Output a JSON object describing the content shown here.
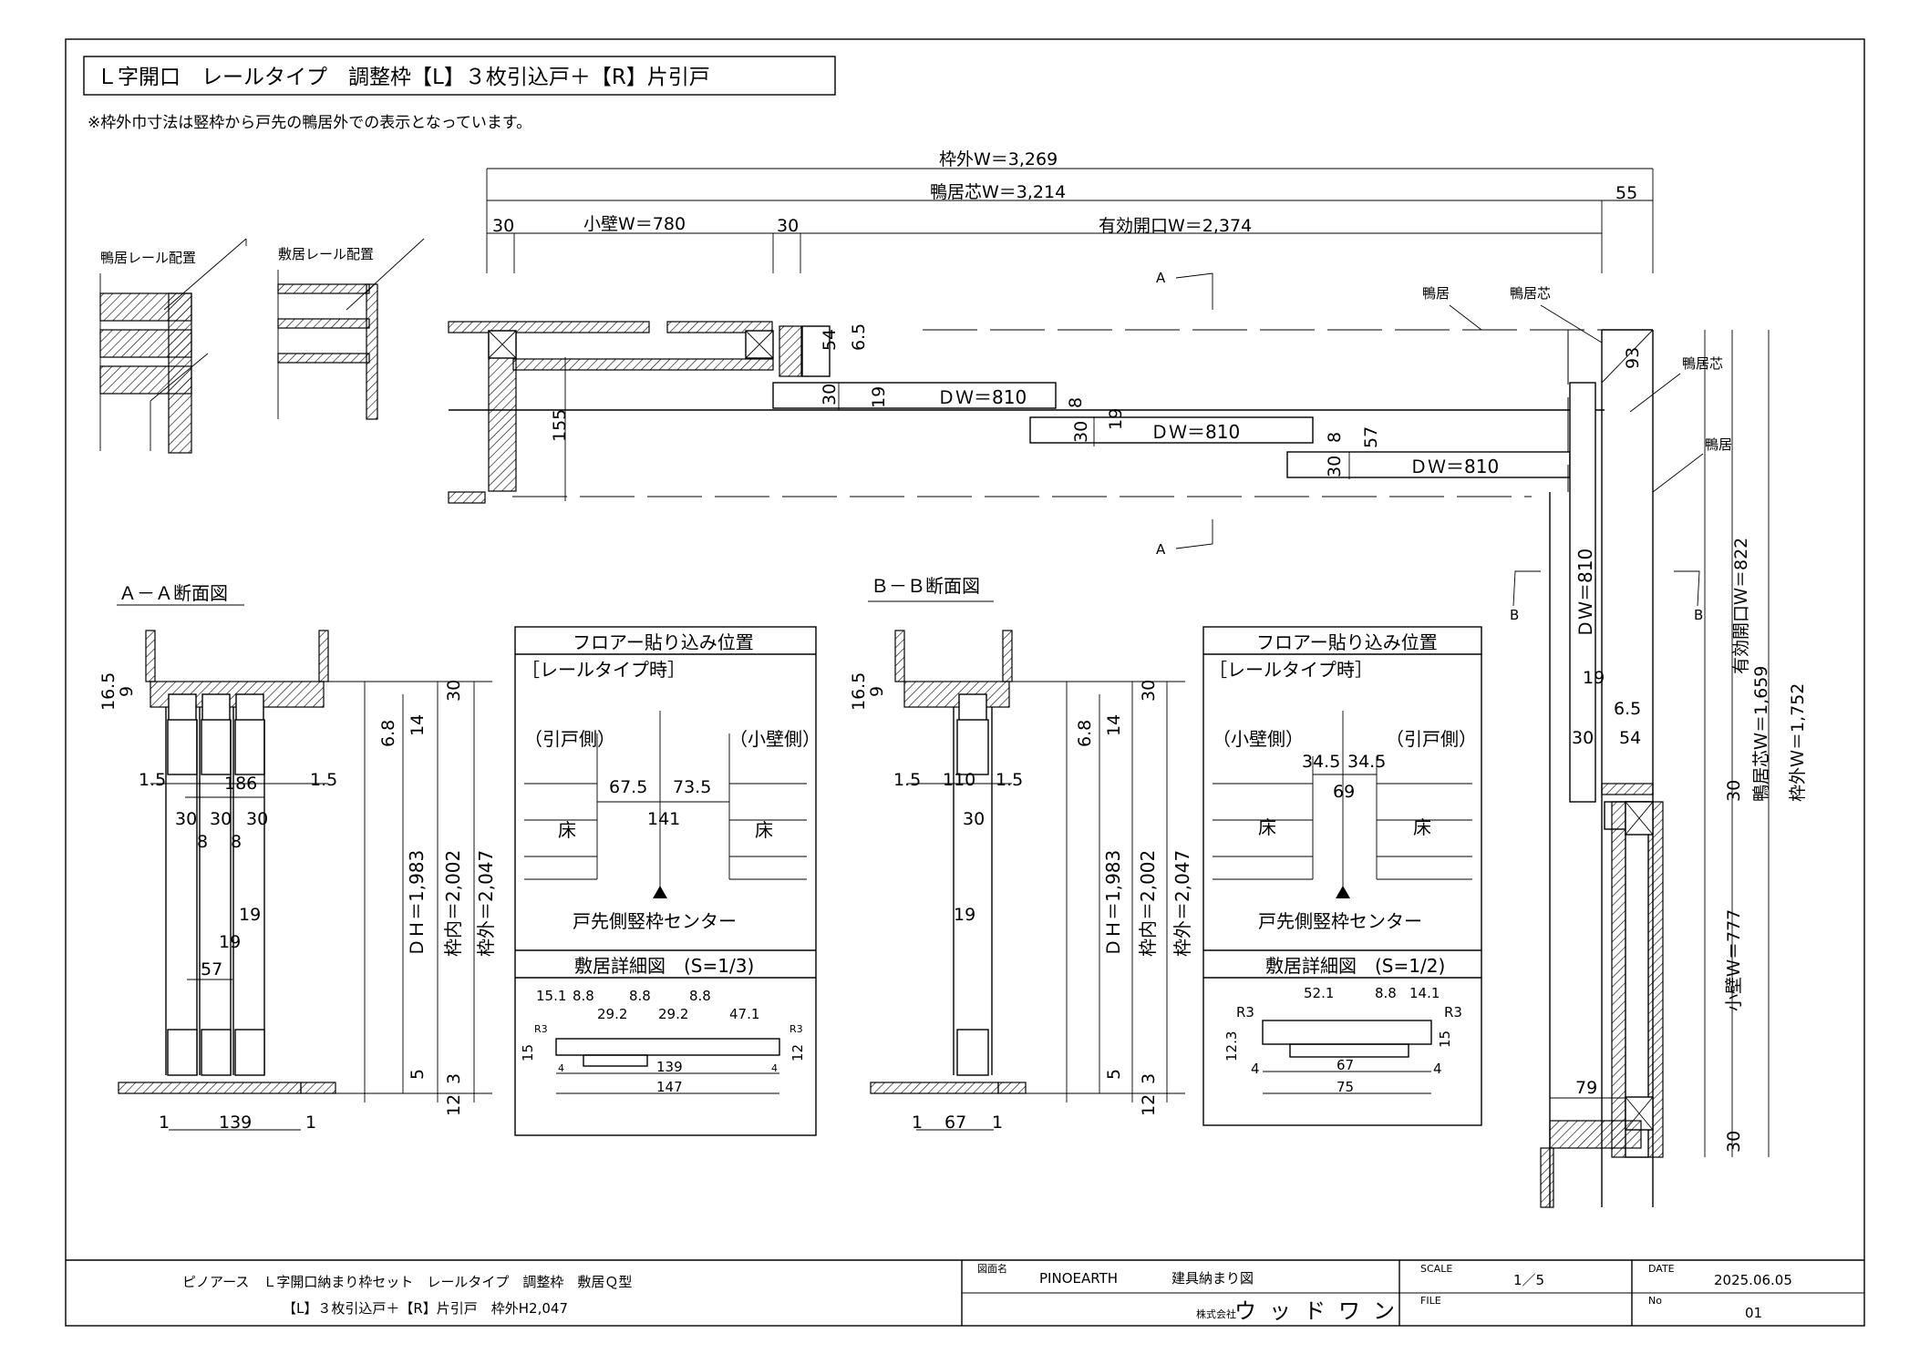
{
  "title": "Ｌ字開口　レールタイプ　調整枠【L】３枚引込戸＋【R】片引戸",
  "note": "※枠外巾寸法は竪枠から戸先の鴨居外での表示となっています。",
  "plan": {
    "outer_w": "枠外W＝3,269",
    "kamoi_core_w": "鴨居芯W＝3,214",
    "dim_55": "55",
    "dim_30_left": "30",
    "small_wall_w": "小壁W＝780",
    "dim_30_mid": "30",
    "effective_w": "有効開口W＝2,374",
    "kamoi": "鴨居",
    "kamoi_core": "鴨居芯",
    "kamoi_core_2": "鴨居芯",
    "kamoi_2": "鴨居",
    "dim_54": "54",
    "dim_6_5": "6.5",
    "dim_30_a": "30",
    "dim_19_a": "19",
    "dw1": "ＤＷ＝810",
    "dim_8_a": "8",
    "dim_30_b": "30",
    "dim_19_b": "19",
    "dw2": "ＤＷ＝810",
    "dim_8_b": "8",
    "dim_57": "57",
    "dim_30_c": "30",
    "dw3": "ＤＷ＝810",
    "dim_155": "155",
    "dim_93": "93",
    "section_a_top": "A",
    "section_a_bottom": "A",
    "section_b_left": "B",
    "section_b_right": "B"
  },
  "rail_labels": {
    "kamoi_rail": "鴨居レール配置",
    "shiki_rail": "敷居レール配置"
  },
  "right_plan": {
    "dw_vertical": "ＤＷ＝810",
    "dim_19": "19",
    "dim_6_5": "6.5",
    "dim_30": "30",
    "dim_54": "54",
    "eff_w": "有効開口Ｗ＝822",
    "core_w": "鴨居芯Ｗ＝1,659",
    "outer_w": "枠外Ｗ＝1,752",
    "wall_w": "小壁Ｗ＝777",
    "dim_30_top": "30",
    "dim_30_bottom": "30",
    "dim_79": "79"
  },
  "section_aa": {
    "title": "Ａ－Ａ断面図",
    "dim_16_5": "16.5",
    "dim_9": "9",
    "dim_1_5_l": "1.5",
    "dim_186": "186",
    "dim_1_5_r": "1.5",
    "dim_30_1": "30",
    "dim_30_2": "30",
    "dim_30_3": "30",
    "dim_8_1": "8",
    "dim_8_2": "8",
    "dim_19_1": "19",
    "dim_19_2": "19",
    "dim_57": "57",
    "dim_139": "139",
    "dim_1_l": "1",
    "dim_1_r": "1",
    "dim_6_8": "6.8",
    "dim_14": "14",
    "dim_30_top": "30",
    "dh": "ＤＨ＝1,983",
    "inner": "枠内＝2,002",
    "outer": "枠外＝2,047",
    "dim_5": "5",
    "dim_3": "3",
    "dim_12": "12"
  },
  "floor_left": {
    "title": "フロアー貼り込み位置",
    "subtitle": "［レールタイプ時］",
    "side_l": "（引戸側）",
    "side_r": "（小壁側）",
    "dim_67_5": "67.5",
    "dim_73_5": "73.5",
    "dim_141": "141",
    "floor_l": "床",
    "floor_r": "床",
    "center": "戸先側竪枠センター",
    "detail_title": "敷居詳細図　(S=1/3)",
    "d_15_1": "15.1",
    "d_8_8_a": "8.8",
    "d_8_8_b": "8.8",
    "d_8_8_c": "8.8",
    "d_29_2_a": "29.2",
    "d_29_2_b": "29.2",
    "d_47_1": "47.1",
    "r3_l": "R3",
    "r3_r": "R3",
    "d_15": "15",
    "d_12": "12",
    "d_139": "139",
    "d_147": "147",
    "d_4_l": "4",
    "d_4_r": "4"
  },
  "section_bb": {
    "title": "Ｂ－Ｂ断面図",
    "dim_16_5": "16.5",
    "dim_9": "9",
    "dim_1_5_l": "1.5",
    "dim_110": "110",
    "dim_1_5_r": "1.5",
    "dim_30": "30",
    "dim_19": "19",
    "dim_67": "67",
    "dim_1_l": "1",
    "dim_1_r": "1",
    "dim_6_8": "6.8",
    "dim_14": "14",
    "dim_30_top": "30",
    "dh": "ＤＨ＝1,983",
    "inner": "枠内＝2,002",
    "outer": "枠外＝2,047",
    "dim_5": "5",
    "dim_3": "3",
    "dim_12": "12"
  },
  "floor_right": {
    "title": "フロアー貼り込み位置",
    "subtitle": "［レールタイプ時］",
    "side_l": "（小壁側）",
    "side_r": "（引戸側）",
    "dim_34_5_a": "34.5",
    "dim_34_5_b": "34.5",
    "dim_69": "69",
    "floor_l": "床",
    "floor_r": "床",
    "center": "戸先側竪枠センター",
    "detail_title": "敷居詳細図　(S=1/2)",
    "d_52_1": "52.1",
    "d_8_8": "8.8",
    "d_14_1": "14.1",
    "r3_l": "R3",
    "r3_r": "R3",
    "d_12_3": "12.3",
    "d_15": "15",
    "d_67": "67",
    "d_75": "75",
    "d_4_l": "4",
    "d_4_r": "4"
  },
  "titleblock": {
    "desc_line1": "ピノアース　Ｌ字開口納まり枠セット　レールタイプ　調整枠　敷居Ｑ型",
    "desc_line2": "【L】３枚引込戸＋【R】片引戸　枠外H2,047",
    "drawing_name_label": "図面名",
    "brand": "PINOEARTH",
    "drawing_name": "建具納まり図",
    "scale_label": "SCALE",
    "scale": "1／5",
    "date_label": "DATE",
    "date": "2025.06.05",
    "company_prefix": "株式会社",
    "company": "ウッドワン",
    "file_label": "FILE",
    "no_label": "No",
    "no": "01"
  }
}
